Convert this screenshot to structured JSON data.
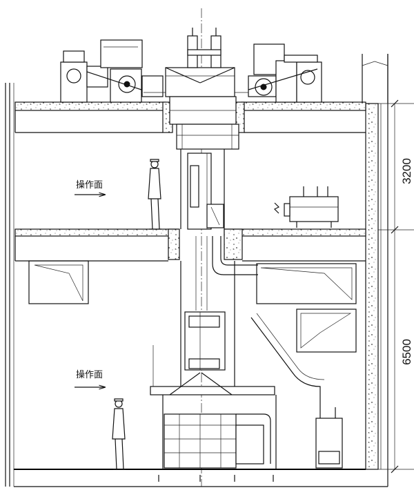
{
  "labels": {
    "operating_face_upper": "操作面",
    "operating_face_lower": "操作面"
  },
  "dimensions": {
    "upper_floor_height": "3200",
    "lower_floor_height": "6500"
  }
}
